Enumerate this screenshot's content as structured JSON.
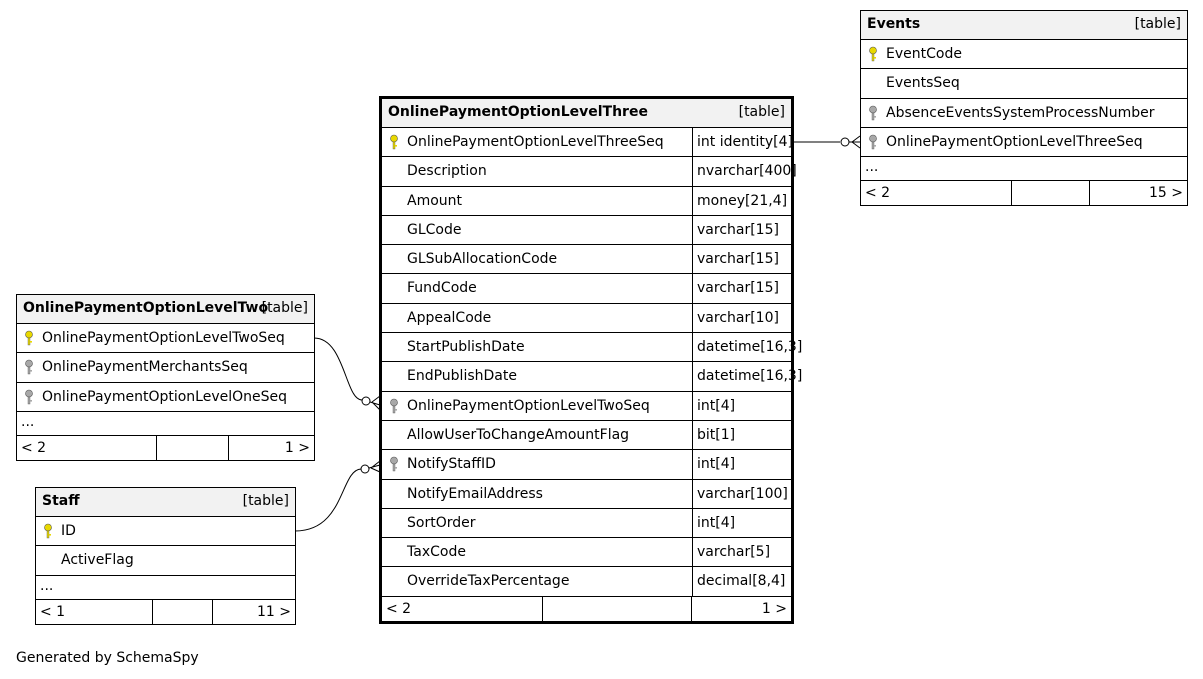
{
  "main_table": {
    "name": "OnlinePaymentOptionLevelThree",
    "kind": "[table]",
    "columns": [
      {
        "name": "OnlinePaymentOptionLevelThreeSeq",
        "type": "int identity[4]",
        "key": "primary"
      },
      {
        "name": "Description",
        "type": "nvarchar[400]",
        "key": "none"
      },
      {
        "name": "Amount",
        "type": "money[21,4]",
        "key": "none"
      },
      {
        "name": "GLCode",
        "type": "varchar[15]",
        "key": "none"
      },
      {
        "name": "GLSubAllocationCode",
        "type": "varchar[15]",
        "key": "none"
      },
      {
        "name": "FundCode",
        "type": "varchar[15]",
        "key": "none"
      },
      {
        "name": "AppealCode",
        "type": "varchar[10]",
        "key": "none"
      },
      {
        "name": "StartPublishDate",
        "type": "datetime[16,3]",
        "key": "none"
      },
      {
        "name": "EndPublishDate",
        "type": "datetime[16,3]",
        "key": "none"
      },
      {
        "name": "OnlinePaymentOptionLevelTwoSeq",
        "type": "int[4]",
        "key": "foreign"
      },
      {
        "name": "AllowUserToChangeAmountFlag",
        "type": "bit[1]",
        "key": "none"
      },
      {
        "name": "NotifyStaffID",
        "type": "int[4]",
        "key": "foreign"
      },
      {
        "name": "NotifyEmailAddress",
        "type": "varchar[100]",
        "key": "none"
      },
      {
        "name": "SortOrder",
        "type": "int[4]",
        "key": "none"
      },
      {
        "name": "TaxCode",
        "type": "varchar[5]",
        "key": "none"
      },
      {
        "name": "OverrideTaxPercentage",
        "type": "decimal[8,4]",
        "key": "none"
      }
    ],
    "footer_left": "< 2",
    "footer_right": "1 >"
  },
  "events_table": {
    "name": "Events",
    "kind": "[table]",
    "columns": [
      {
        "name": "EventCode",
        "key": "primary"
      },
      {
        "name": "EventsSeq",
        "key": "none"
      },
      {
        "name": "AbsenceEventsSystemProcessNumber",
        "key": "foreign"
      },
      {
        "name": "OnlinePaymentOptionLevelThreeSeq",
        "key": "foreign"
      }
    ],
    "more": "...",
    "footer_left": "< 2",
    "footer_right": "15 >"
  },
  "level_two_table": {
    "name": "OnlinePaymentOptionLevelTwo",
    "kind": "[table]",
    "columns": [
      {
        "name": "OnlinePaymentOptionLevelTwoSeq",
        "key": "primary"
      },
      {
        "name": "OnlinePaymentMerchantsSeq",
        "key": "foreign"
      },
      {
        "name": "OnlinePaymentOptionLevelOneSeq",
        "key": "foreign"
      }
    ],
    "more": "...",
    "footer_left": "< 2",
    "footer_right": "1 >"
  },
  "staff_table": {
    "name": "Staff",
    "kind": "[table]",
    "columns": [
      {
        "name": "ID",
        "key": "primary"
      },
      {
        "name": "ActiveFlag",
        "key": "none"
      }
    ],
    "more": "...",
    "footer_left": "< 1",
    "footer_right": "11 >"
  },
  "footer": {
    "generated_by": "Generated by SchemaSpy"
  },
  "colors": {
    "primary_key": "#e8d800",
    "foreign_key": "#a8a8a8",
    "header_bg": "#f2f2f2"
  }
}
